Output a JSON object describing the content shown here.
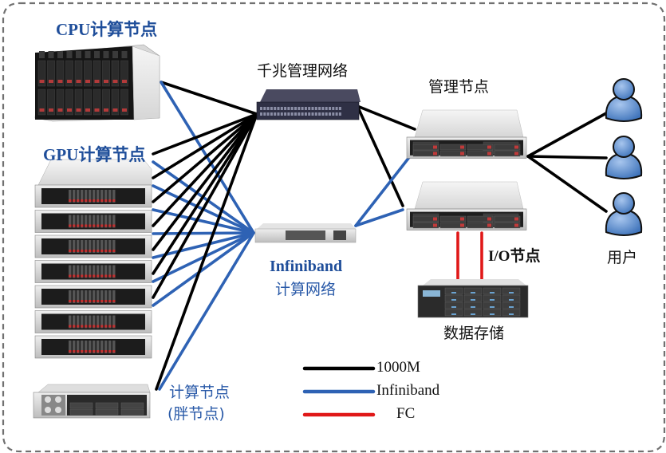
{
  "title": "集群网络拓扑",
  "colors": {
    "ethernet": "#000000",
    "infiniband": "#2e62b4",
    "fc": "#e01818",
    "label_blue": "#1f4e9a",
    "border": "#707070",
    "user_fill": "#5b8fcf"
  },
  "nodes": {
    "cpu": {
      "label": "CPU计算节点",
      "icon": "blade-chassis-icon"
    },
    "gpu": {
      "label": "GPU计算节点",
      "icon": "rack-server-stack-icon",
      "count": 7
    },
    "fat": {
      "label_line1": "计算节点",
      "label_line2": "(胖节点)",
      "icon": "rack-server-icon"
    },
    "eth_switch": {
      "label": "千兆管理网络",
      "icon": "ethernet-switch-icon"
    },
    "ib_switch": {
      "label_line1": "Infiniband",
      "label_line2": "计算网络",
      "icon": "infiniband-switch-icon"
    },
    "mgmt": {
      "label": "管理节点",
      "icon": "rack-server-icon"
    },
    "io": {
      "label": "I/O节点",
      "icon": "rack-server-icon"
    },
    "storage": {
      "label": "数据存储",
      "icon": "storage-array-icon"
    },
    "users": {
      "label": "用户",
      "icon": "user-icon",
      "count": 3
    }
  },
  "legend": [
    {
      "label": "1000M",
      "color": "#000000"
    },
    {
      "label": "Infiniband",
      "color": "#2e62b4"
    },
    {
      "label": "FC",
      "color": "#e01818"
    }
  ]
}
